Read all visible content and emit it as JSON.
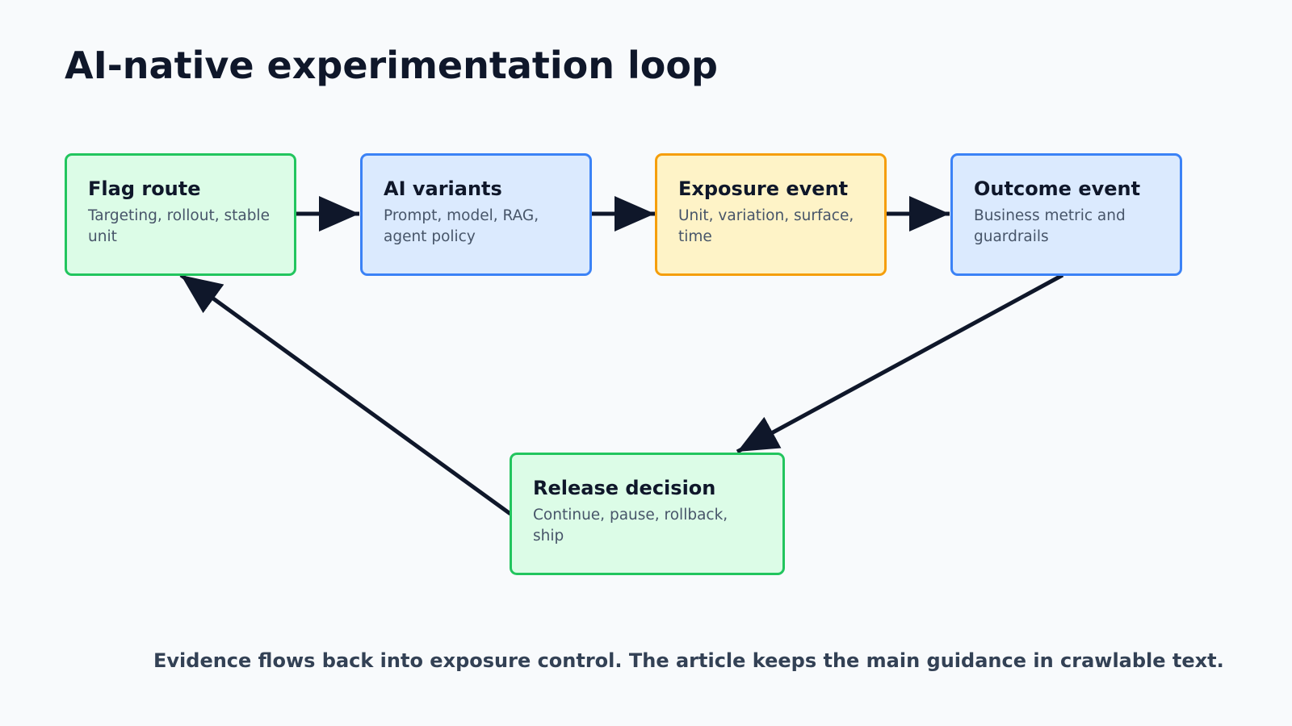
{
  "title": "AI-native experimentation loop",
  "nodes": [
    {
      "id": "flag-route",
      "title": "Flag route",
      "desc": "Targeting, rollout, stable unit",
      "color": "green"
    },
    {
      "id": "ai-variants",
      "title": "AI variants",
      "desc": "Prompt, model, RAG, agent policy",
      "color": "blue"
    },
    {
      "id": "exposure-event",
      "title": "Exposure event",
      "desc": "Unit, variation, surface, time",
      "color": "amber"
    },
    {
      "id": "outcome-event",
      "title": "Outcome event",
      "desc": "Business metric and guardrails",
      "color": "blue"
    },
    {
      "id": "release-decision",
      "title": "Release decision",
      "desc": "Continue, pause, rollback, ship",
      "color": "green"
    }
  ],
  "edges": [
    {
      "from": "flag-route",
      "to": "ai-variants"
    },
    {
      "from": "ai-variants",
      "to": "exposure-event"
    },
    {
      "from": "exposure-event",
      "to": "outcome-event"
    },
    {
      "from": "outcome-event",
      "to": "release-decision"
    },
    {
      "from": "release-decision",
      "to": "flag-route"
    }
  ],
  "footer": "Evidence flows back into exposure control. The article keeps the main guidance in crawlable text.",
  "colors": {
    "green_fill": "#dcfce7",
    "green_border": "#22c55e",
    "blue_fill": "#dbeafe",
    "blue_border": "#3b82f6",
    "amber_fill": "#fef3c7",
    "amber_border": "#f59e0b",
    "arrow": "#0f172a"
  }
}
